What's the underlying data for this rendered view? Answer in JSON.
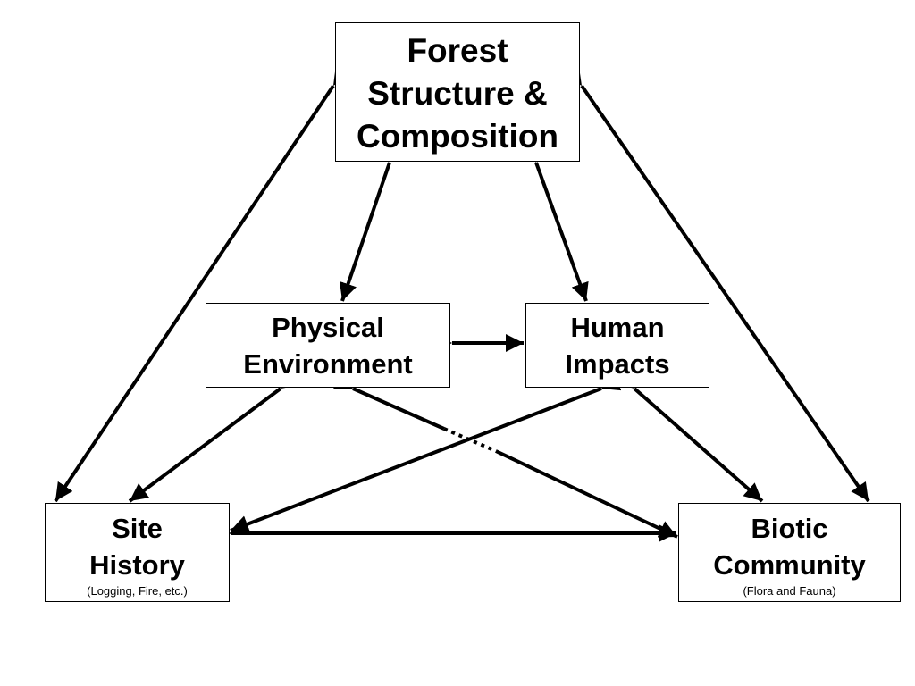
{
  "diagram": {
    "nodes": {
      "forest": {
        "lines": [
          "Forest",
          "Structure &",
          "Composition"
        ]
      },
      "physical": {
        "lines": [
          "Physical",
          "Environment"
        ]
      },
      "human": {
        "lines": [
          "Human",
          "Impacts"
        ]
      },
      "site": {
        "lines": [
          "Site",
          "History"
        ],
        "note": "(Logging, Fire, etc.)"
      },
      "biotic": {
        "lines": [
          "Biotic",
          "Community"
        ],
        "note": "(Flora and Fauna)"
      }
    },
    "connections": [
      {
        "from": "forest",
        "to": "site",
        "bidirectional": true
      },
      {
        "from": "forest",
        "to": "biotic",
        "bidirectional": true
      },
      {
        "from": "forest",
        "to": "physical",
        "bidirectional": true
      },
      {
        "from": "forest",
        "to": "human",
        "bidirectional": true
      },
      {
        "from": "physical",
        "to": "human",
        "bidirectional": true
      },
      {
        "from": "physical",
        "to": "site",
        "bidirectional": true
      },
      {
        "from": "human",
        "to": "biotic",
        "bidirectional": true
      },
      {
        "from": "physical",
        "to": "biotic",
        "bidirectional": true,
        "crossing": "dotted-gap"
      },
      {
        "from": "human",
        "to": "site",
        "bidirectional": true
      },
      {
        "from": "site",
        "to": "biotic",
        "bidirectional": true
      }
    ],
    "colors": {
      "line": "#000000",
      "box_border": "#000000",
      "background": "#ffffff"
    }
  }
}
